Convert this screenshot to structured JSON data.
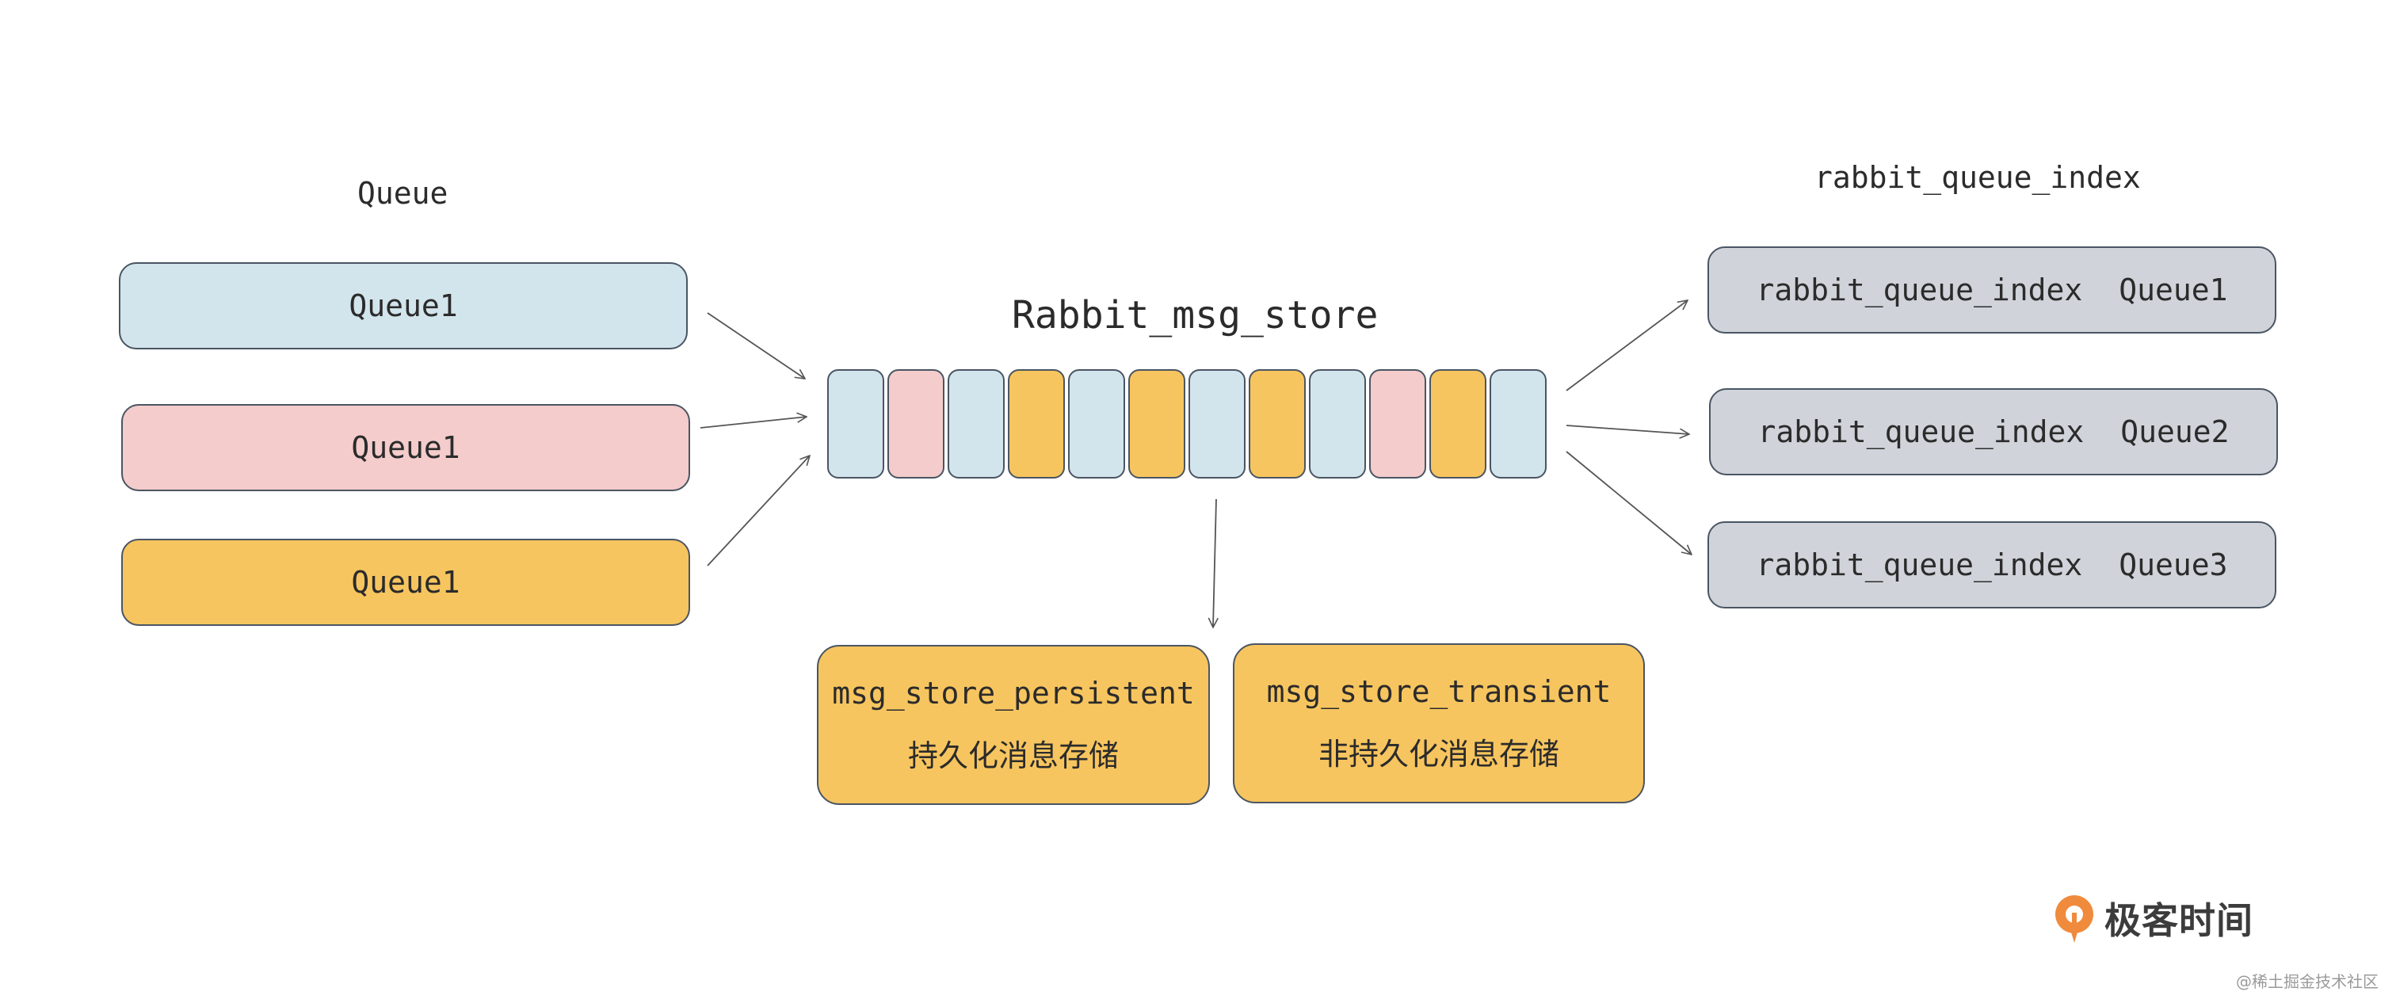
{
  "headings": {
    "queue": "Queue",
    "store": "Rabbit_msg_store",
    "index": "rabbit_queue_index"
  },
  "queues": [
    {
      "label": "Queue1",
      "color": "#d3e5ec"
    },
    {
      "label": "Queue1",
      "color": "#f3cccb"
    },
    {
      "label": "Queue1",
      "color": "#f7c55f"
    }
  ],
  "store_cells": [
    "#d3e5ec",
    "#f3cccb",
    "#d3e5ec",
    "#f7c55f",
    "#d3e5ec",
    "#f7c55f",
    "#d3e5ec",
    "#f7c55f",
    "#d3e5ec",
    "#f3cccb",
    "#f7c55f",
    "#d3e5ec"
  ],
  "index_boxes": [
    {
      "prefix": "rabbit_queue_index",
      "queue": "Queue1"
    },
    {
      "prefix": "rabbit_queue_index",
      "queue": "Queue2"
    },
    {
      "prefix": "rabbit_queue_index",
      "queue": "Queue3"
    }
  ],
  "storage": [
    {
      "title": "msg_store_persistent",
      "subtitle": "持久化消息存储"
    },
    {
      "title": "msg_store_transient",
      "subtitle": "非持久化消息存储"
    }
  ],
  "logo": {
    "text": "极客时间",
    "color": "#f08a3c"
  },
  "watermark": "@稀土掘金技术社区"
}
